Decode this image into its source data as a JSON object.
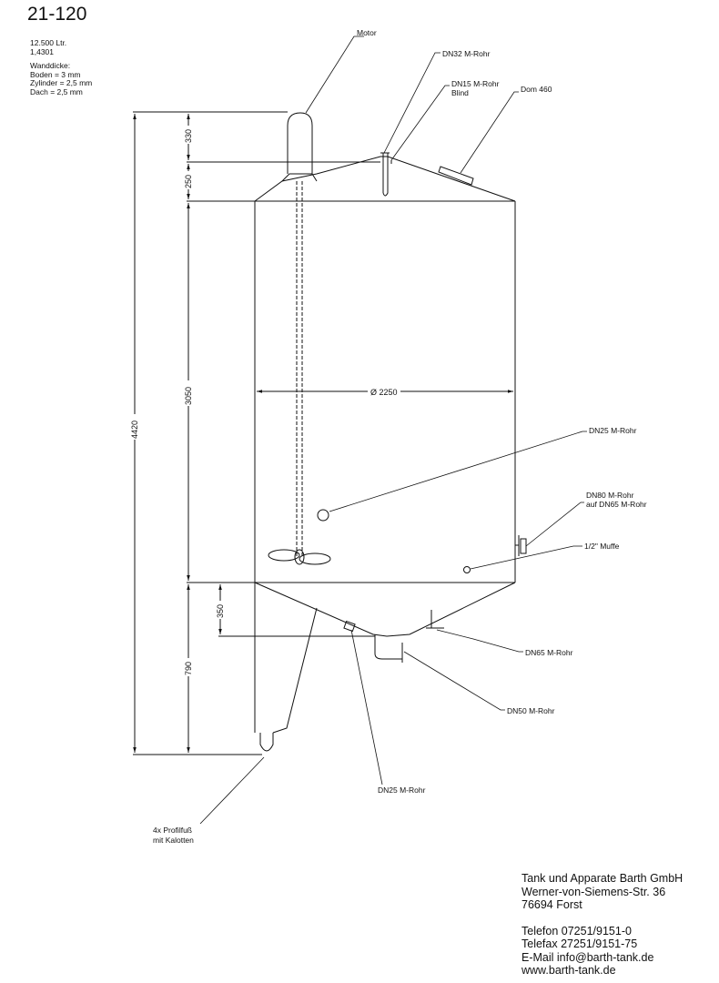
{
  "title": "21-120",
  "specs": {
    "volume": "12.500 Ltr.",
    "material": "1,4301",
    "wall_heading": "Wanddicke:",
    "wall_bottom": "Boden = 3 mm",
    "wall_cylinder": "Zylinder = 2,5 mm",
    "wall_roof": "Dach = 2,5 mm"
  },
  "dimensions": {
    "total_height": "4420",
    "motor_height": "330",
    "roof_height": "250",
    "cylinder_height": "3050",
    "cone_height": "790",
    "outlet_offset": "350",
    "diameter": "Ø 2250"
  },
  "labels": {
    "motor": "Motor",
    "dn32": "DN32 M-Rohr",
    "dn15_a": "DN15 M-Rohr",
    "dn15_b": "Blind",
    "dom": "Dom 460",
    "dn25_side": "DN25 M-Rohr",
    "dn80_a": "DN80 M-Rohr",
    "dn80_b": "auf DN65 M-Rohr",
    "muffe": "1/2\" Muffe",
    "dn65": "DN65 M-Rohr",
    "dn50": "DN50 M-Rohr",
    "dn25_bottom": "DN25 M-Rohr",
    "feet_a": "4x Profilfuß",
    "feet_b": "mit Kalotten"
  },
  "company": {
    "name": "Tank und Apparate Barth GmbH",
    "street": "Werner-von-Siemens-Str. 36",
    "city": "76694 Forst",
    "phone": "Telefon 07251/9151-0",
    "fax": "Telefax 27251/9151-75",
    "email": "E-Mail info@barth-tank.de",
    "web": "www.barth-tank.de"
  }
}
